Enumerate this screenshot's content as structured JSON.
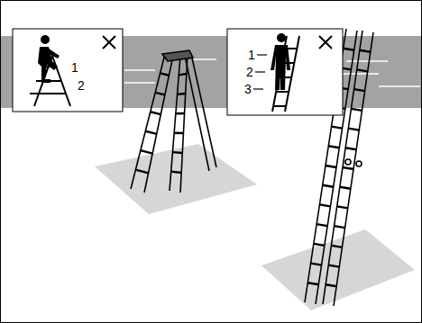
{
  "diagram": {
    "labels": [
      "1",
      "2",
      "1",
      "2",
      "3"
    ]
  }
}
